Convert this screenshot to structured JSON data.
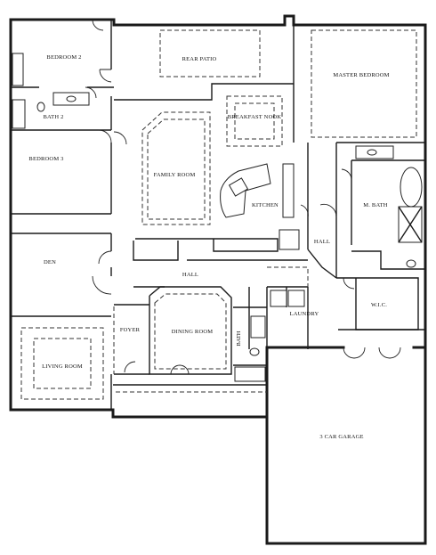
{
  "rooms": {
    "bedroom2": "BEDROOM 2",
    "rear_patio": "REAR PATIO",
    "master_bedroom": "MASTER BEDROOM",
    "bath2": "BATH 2",
    "breakfast_nook": "BREAKFAST NOOK",
    "bedroom3": "BEDROOM 3",
    "family_room": "FAMILY ROOM",
    "kitchen": "KITCHEN",
    "m_bath": "M. BATH",
    "hall_right": "HALL",
    "den": "DEN",
    "hall_center": "HALL",
    "wic": "W.I.C.",
    "foyer": "FOYER",
    "dining_room": "DINING ROOM",
    "bath_small": "BATH",
    "laundry": "LAUNDRY",
    "living_room": "LIVING ROOM",
    "garage": "3 CAR GARAGE"
  }
}
